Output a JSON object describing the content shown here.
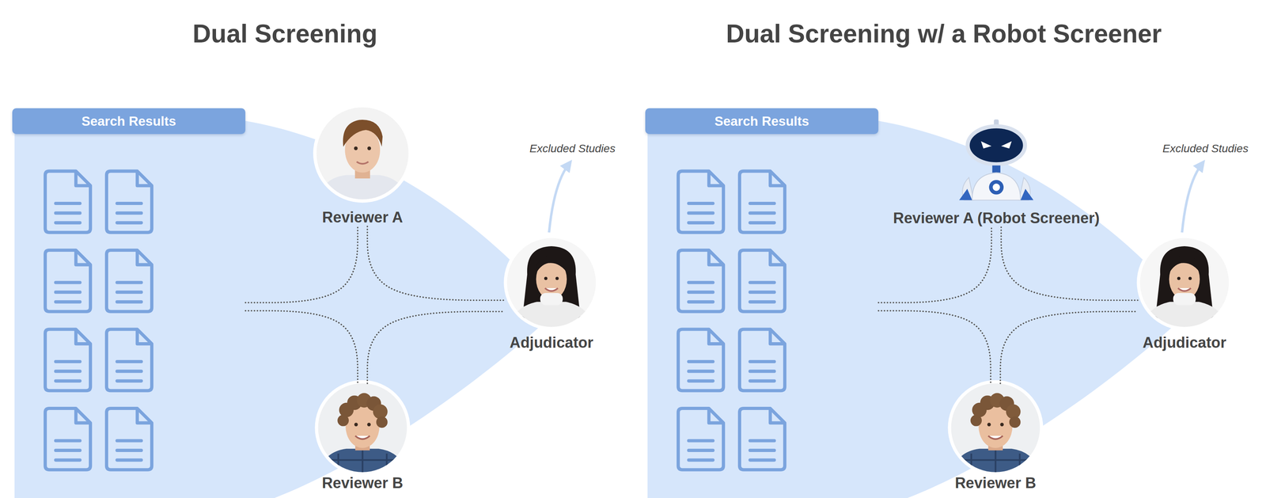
{
  "diagram": {
    "nodes": [
      {
        "text": [
          "Search Results"
        ]
      },
      {
        "text": [
          "Reviewer A"
        ]
      },
      {
        "text": [
          "Adjudicator"
        ]
      },
      {
        "text": [
          "Reviewer B"
        ]
      },
      {
        "text": [
          "Search Results"
        ]
      },
      {
        "text": [
          "Reviewer A (Robot Screener)"
        ]
      },
      {
        "text": [
          "Adjudicator"
        ]
      },
      {
        "text": [
          "Reviewer B"
        ]
      }
    ],
    "edges": [
      {
        "from": 0,
        "to": 1,
        "arrow": "none"
      },
      {
        "from": 0,
        "to": 3,
        "arrow": "none"
      },
      {
        "from": 1,
        "to": 2,
        "arrow": "none"
      },
      {
        "from": 3,
        "to": 2,
        "arrow": "none"
      },
      {
        "from": 4,
        "to": 5,
        "arrow": "none"
      },
      {
        "from": 4,
        "to": 7,
        "arrow": "none"
      },
      {
        "from": 5,
        "to": 6,
        "arrow": "none"
      },
      {
        "from": 7,
        "to": 6,
        "arrow": "none"
      }
    ],
    "labels": [
      "Dual Screening",
      "Dual Screening w/ a Robot Screener",
      "Excluded Studies",
      "Excluded Studies"
    ]
  }
}
